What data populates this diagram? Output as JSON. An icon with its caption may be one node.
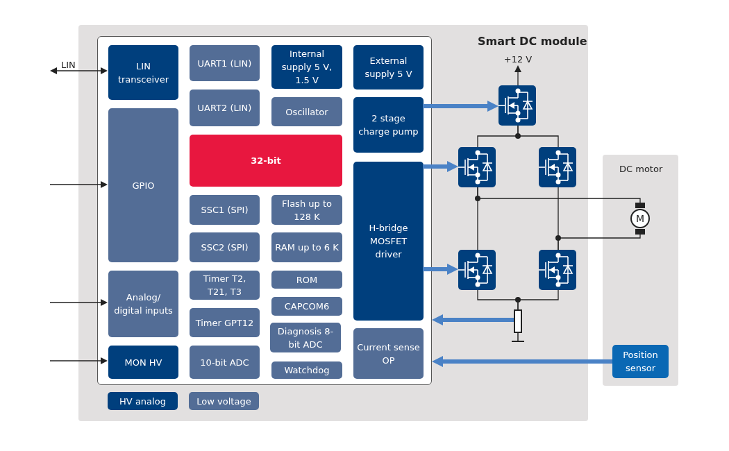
{
  "diagram": {
    "nodes": [
      {
        "text": [
          "Smart DC module"
        ]
      },
      {
        "text": [],
        "shape": "box",
        "in": 0
      },
      {
        "text": [
          "LIN transceiver"
        ],
        "in": 1
      },
      {
        "text": [
          "UART1 (LIN)"
        ],
        "in": 1
      },
      {
        "text": [
          "Internal supply 5 V, 1.5 V"
        ],
        "in": 1
      },
      {
        "text": [
          "External supply 5 V"
        ],
        "in": 1
      },
      {
        "text": [
          "UART2 (LIN)"
        ],
        "in": 1
      },
      {
        "text": [
          "Oscillator"
        ],
        "in": 1
      },
      {
        "text": [
          "2 stage charge pump"
        ],
        "in": 1
      },
      {
        "text": [
          "GPIO"
        ],
        "in": 1
      },
      {
        "text": [
          "32-bit"
        ],
        "in": 1
      },
      {
        "text": [
          "SSC1 (SPI)"
        ],
        "in": 1
      },
      {
        "text": [
          "Flash up to 128 K"
        ],
        "in": 1
      },
      {
        "text": [
          "H-bridge MOSFET driver"
        ],
        "in": 1
      },
      {
        "text": [
          "SSC2 (SPI)"
        ],
        "in": 1
      },
      {
        "text": [
          "RAM up to 6 K"
        ],
        "in": 1
      },
      {
        "text": [
          "Analog/ digital inputs"
        ],
        "in": 1
      },
      {
        "text": [
          "Timer T2, T21, T3"
        ],
        "in": 1
      },
      {
        "text": [
          "ROM"
        ],
        "in": 1
      },
      {
        "text": [
          "Timer GPT12"
        ],
        "in": 1
      },
      {
        "text": [
          "CAPCOM6"
        ],
        "in": 1
      },
      {
        "text": [
          "Diagnosis 8-bit ADC"
        ],
        "in": 1
      },
      {
        "text": [
          "Current sense OP"
        ],
        "in": 1
      },
      {
        "text": [
          "MON HV"
        ],
        "in": 1
      },
      {
        "text": [
          "10-bit ADC"
        ],
        "in": 1
      },
      {
        "text": [
          "Watchdog"
        ],
        "in": 1
      },
      {
        "text": [],
        "shape": "transistor",
        "in": 0
      },
      {
        "text": [],
        "shape": "transistor",
        "in": 0
      },
      {
        "text": [],
        "shape": "transistor",
        "in": 0
      },
      {
        "text": [],
        "shape": "transistor",
        "in": 0
      },
      {
        "text": [],
        "shape": "transistor",
        "in": 0
      },
      {
        "text": [],
        "shape": "resistor",
        "in": 0
      },
      {
        "text": [
          "DC motor"
        ]
      },
      {
        "text": [
          "M"
        ],
        "in": 32
      },
      {
        "text": [
          "Position sensor"
        ],
        "in": 32
      },
      {
        "text": [
          "+12 V"
        ],
        "in": 0
      }
    ],
    "edges": [
      {
        "from": null,
        "to": 2,
        "arrow": "both",
        "label": "LIN"
      },
      {
        "from": null,
        "to": 9,
        "arrow": "to"
      },
      {
        "from": null,
        "to": 16,
        "arrow": "to"
      },
      {
        "from": null,
        "to": 23,
        "arrow": "to"
      },
      {
        "from": 8,
        "to": 26,
        "arrow": "to",
        "style": "thick",
        "color": "#4a82c6"
      },
      {
        "from": 13,
        "to": 27,
        "arrow": "to",
        "style": "thick",
        "color": "#4a82c6"
      },
      {
        "from": 13,
        "to": 29,
        "arrow": "to",
        "style": "thick",
        "color": "#4a82c6"
      },
      {
        "from": 31,
        "to": 1,
        "arrow": "to",
        "style": "thick",
        "color": "#4a82c6"
      },
      {
        "from": 34,
        "to": 1,
        "arrow": "to",
        "style": "thick",
        "color": "#4a82c6"
      },
      {
        "from": 26,
        "to": 35,
        "arrow": "to"
      },
      {
        "from": 26,
        "to": 27,
        "arrow": "none"
      },
      {
        "from": 26,
        "to": 28,
        "arrow": "none"
      },
      {
        "from": 27,
        "to": 29,
        "arrow": "none"
      },
      {
        "from": 28,
        "to": 30,
        "arrow": "none"
      },
      {
        "from": 27,
        "to": 33,
        "arrow": "none"
      },
      {
        "from": 30,
        "to": 33,
        "arrow": "none"
      },
      {
        "from": 29,
        "to": 31,
        "arrow": "none"
      },
      {
        "from": 30,
        "to": 31,
        "arrow": "none"
      }
    ],
    "legend": [
      {
        "text": "HV analog",
        "color": "#003f7d"
      },
      {
        "text": "Low voltage",
        "color": "#536d96"
      }
    ]
  }
}
